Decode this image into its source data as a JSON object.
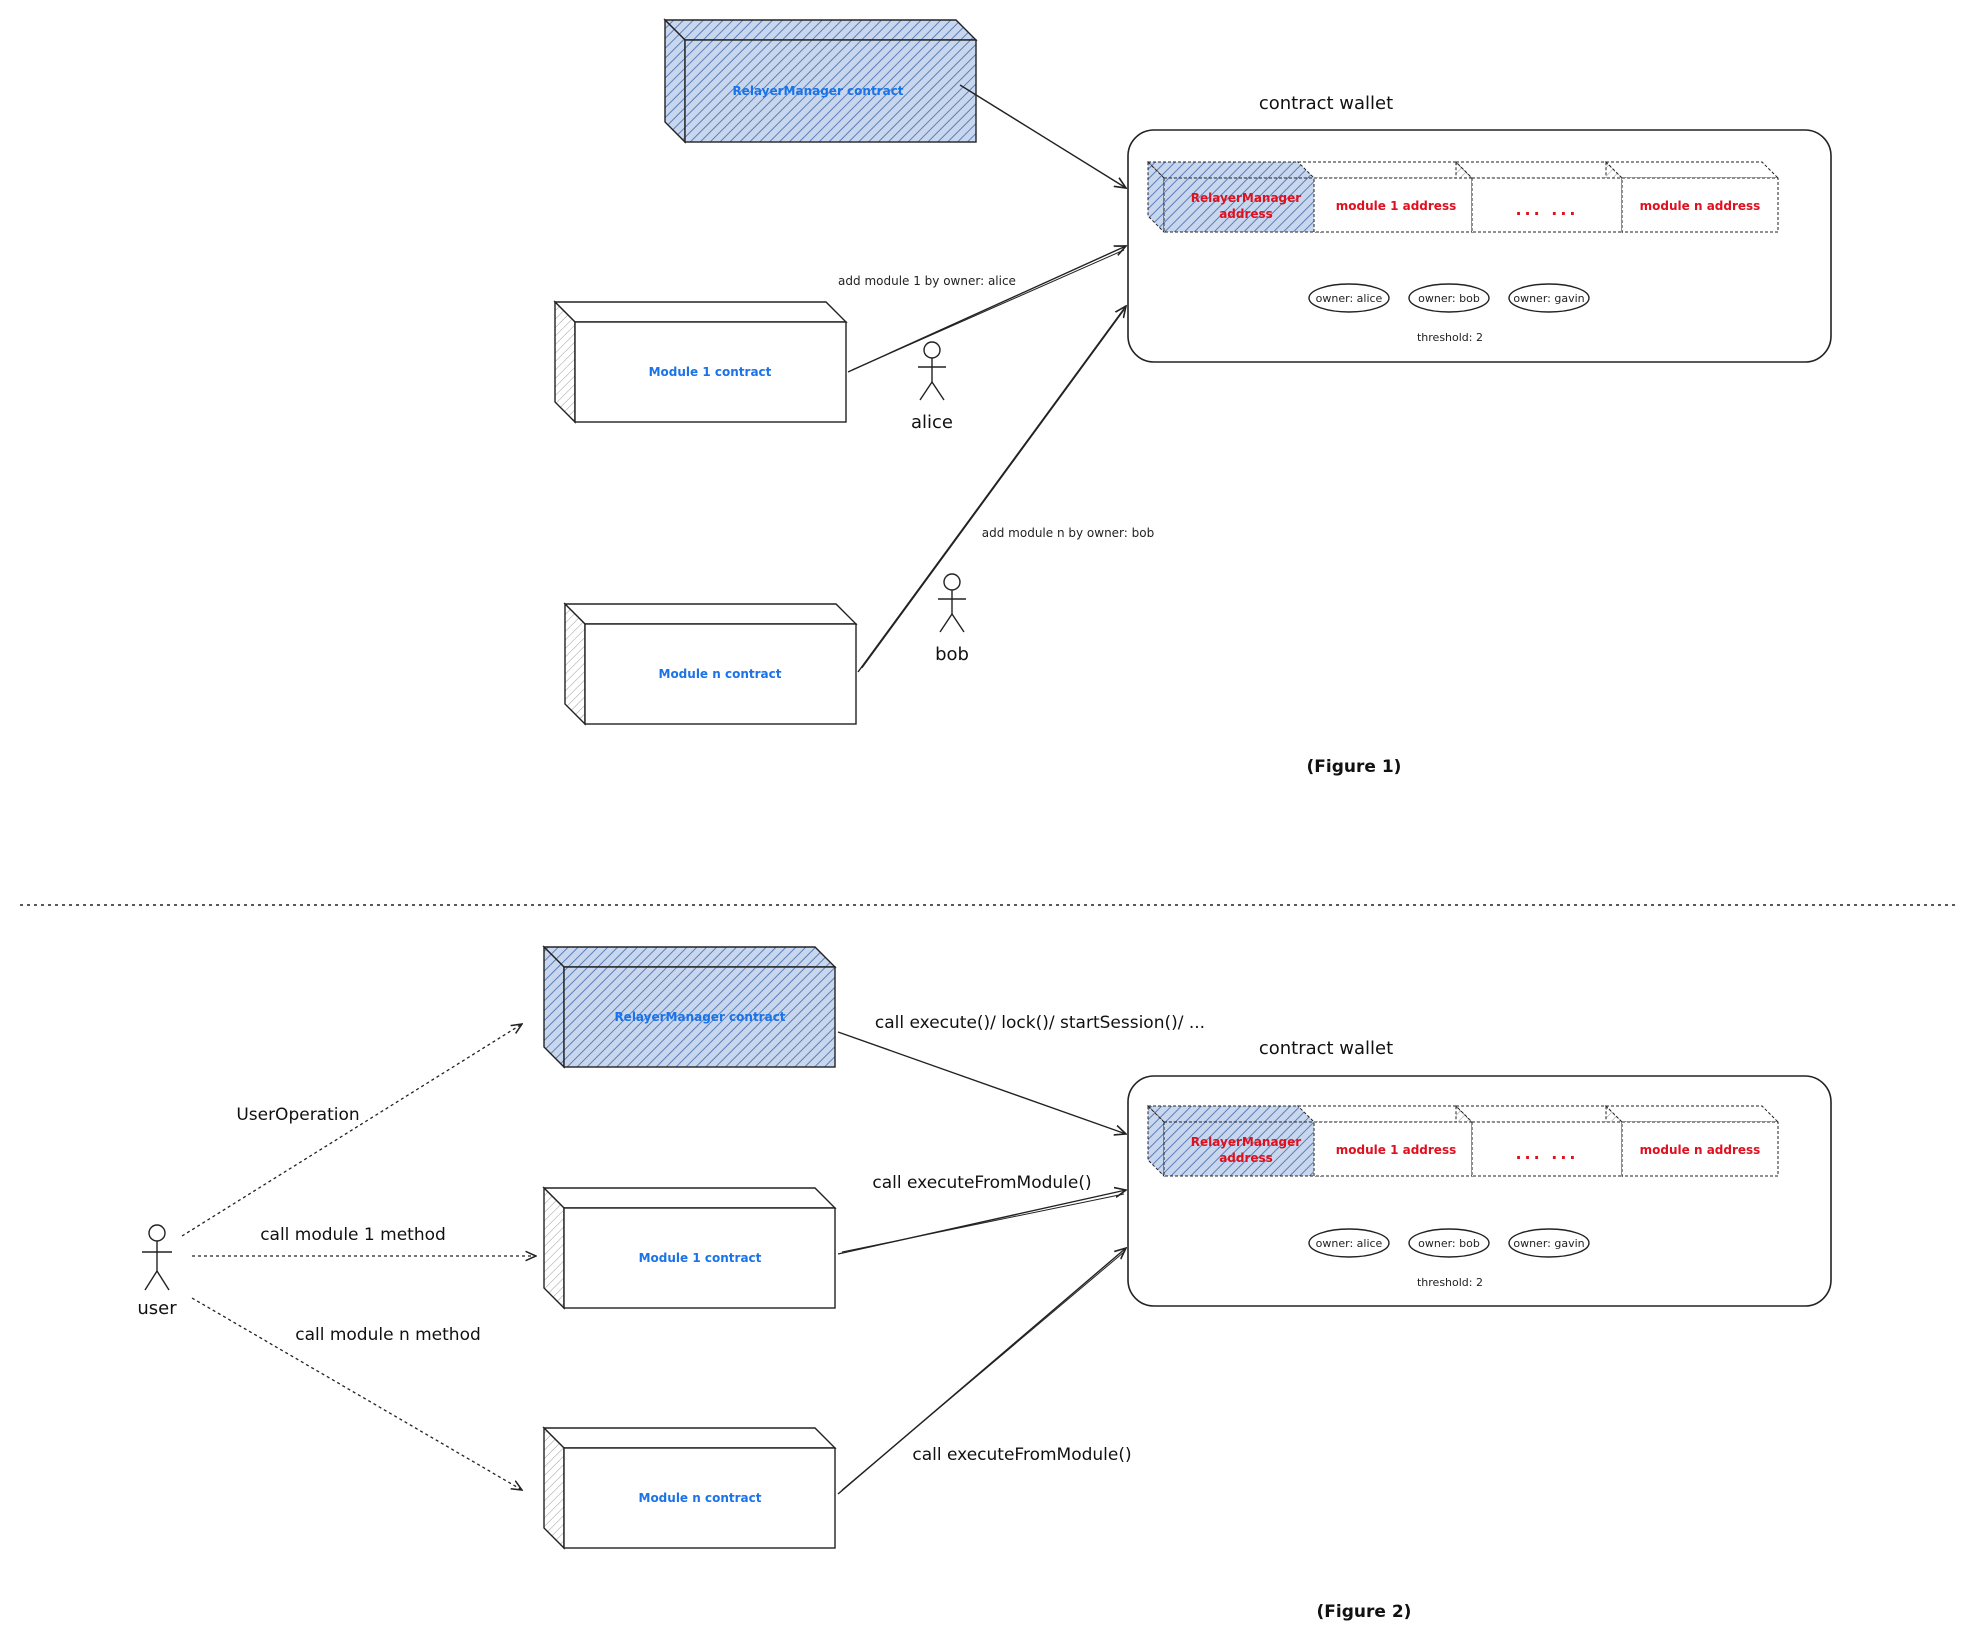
{
  "figure1": {
    "relayer_contract": "RelayerManager contract",
    "module1_contract": "Module 1 contract",
    "modulen_contract": "Module n contract",
    "wallet_title": "contract wallet",
    "slot_relayer": [
      "RelayerManager",
      "address"
    ],
    "slot_module1": "module 1 address",
    "slot_dots": "... ...",
    "slot_modulen": "module n address",
    "owner_alice": "owner: alice",
    "owner_bob": "owner: bob",
    "owner_gavin": "owner: gavin",
    "threshold": "threshold:  2",
    "edge_add1": "add module 1 by owner: alice",
    "edge_addn": "add module n by owner: bob",
    "actor_alice": "alice",
    "actor_bob": "bob",
    "caption": "(Figure 1)"
  },
  "figure2": {
    "relayer_contract": "RelayerManager contract",
    "module1_contract": "Module 1 contract",
    "modulen_contract": "Module n contract",
    "wallet_title": "contract wallet",
    "slot_relayer": [
      "RelayerManager",
      "address"
    ],
    "slot_module1": "module 1 address",
    "slot_dots": "... ...",
    "slot_modulen": "module n address",
    "owner_alice": "owner: alice",
    "owner_bob": "owner: bob",
    "owner_gavin": "owner: gavin",
    "threshold": "threshold:  2",
    "actor_user": "user",
    "edge_userop": "UserOperation",
    "edge_call1": "call module 1 method",
    "edge_calln": "call module n method",
    "edge_execute": "call execute()/ lock()/ startSession()/ ...",
    "edge_exec_module1": "call executeFromModule()",
    "edge_exec_modulen": "call executeFromModule()",
    "caption": "(Figure 2)"
  },
  "colors": {
    "hatch_blue": "#9fb6d9",
    "label_blue": "#1a73e8",
    "label_red": "#e0101e",
    "stroke": "#222222"
  }
}
